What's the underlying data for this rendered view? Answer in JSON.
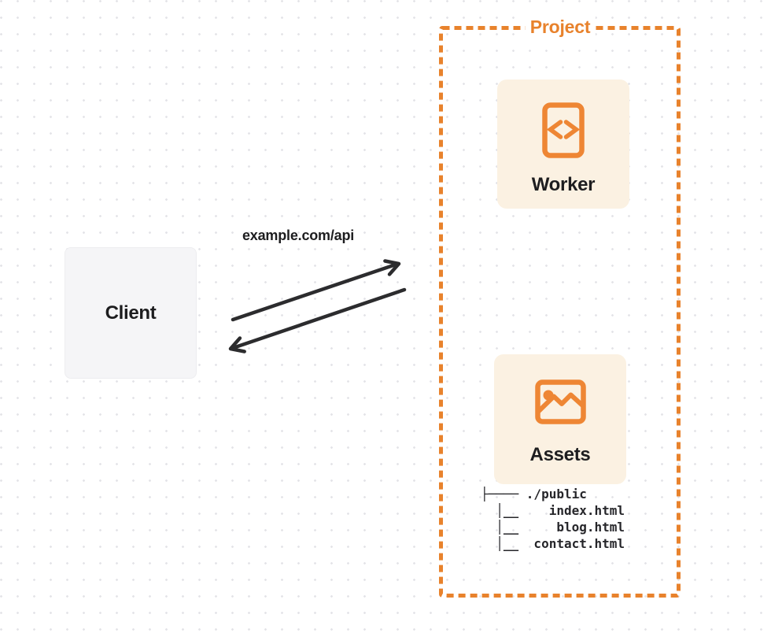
{
  "colors": {
    "accent_orange": "#EE8634",
    "card_background": "#FBF1E2",
    "client_background": "#F5F5F7",
    "arrow_dark": "#2c2c2e",
    "text_dark": "#1d1d1f",
    "dot_grid": "#e4e4e8"
  },
  "diagram": {
    "client": {
      "label": "Client"
    },
    "request": {
      "label": "example.com/api"
    },
    "project": {
      "label": "Project",
      "worker": {
        "label": "Worker",
        "icon": "code-file-icon"
      },
      "assets": {
        "label": "Assets",
        "icon": "image-icon"
      },
      "file_tree": {
        "lines": [
          "├──── ./public",
          "  │__    index.html",
          "  │__     blog.html",
          "  │__  contact.html"
        ]
      }
    }
  }
}
